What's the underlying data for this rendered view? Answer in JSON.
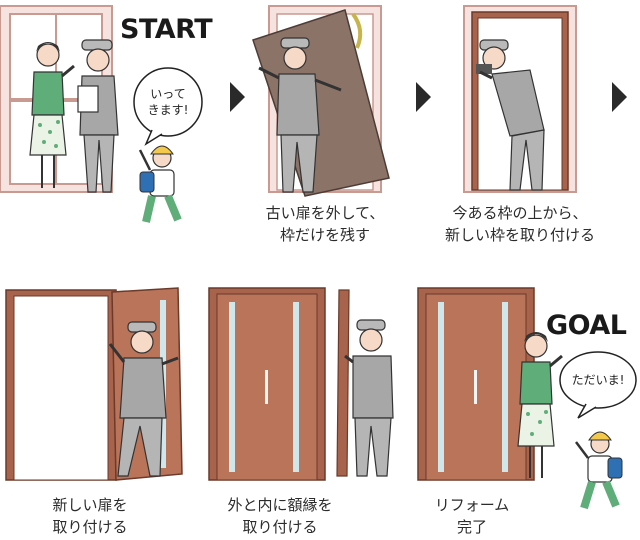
{
  "labels": {
    "start": "START",
    "goal": "GOAL"
  },
  "bubbles": {
    "start_line1": "いって",
    "start_line2": "きます!",
    "goal": "ただいま!"
  },
  "steps": [
    {
      "line1": "古い扉を外して、",
      "line2": "枠だけを残す"
    },
    {
      "line1": "今ある枠の上から、",
      "line2": "新しい枠を取り付ける"
    },
    {
      "line1": "新しい扉を",
      "line2": "取り付ける"
    },
    {
      "line1": "外と内に額縁を",
      "line2": "取り付ける"
    },
    {
      "line1": "リフォーム",
      "line2": "完了"
    }
  ],
  "colors": {
    "old_door": "#8c7367",
    "new_door": "#b9745a",
    "frame_old": "#e9c9c4",
    "frame_new": "#a7634b",
    "glass": "#cfe6ea",
    "shirt_green": "#5fae79",
    "worker": "#a7a7a7"
  }
}
